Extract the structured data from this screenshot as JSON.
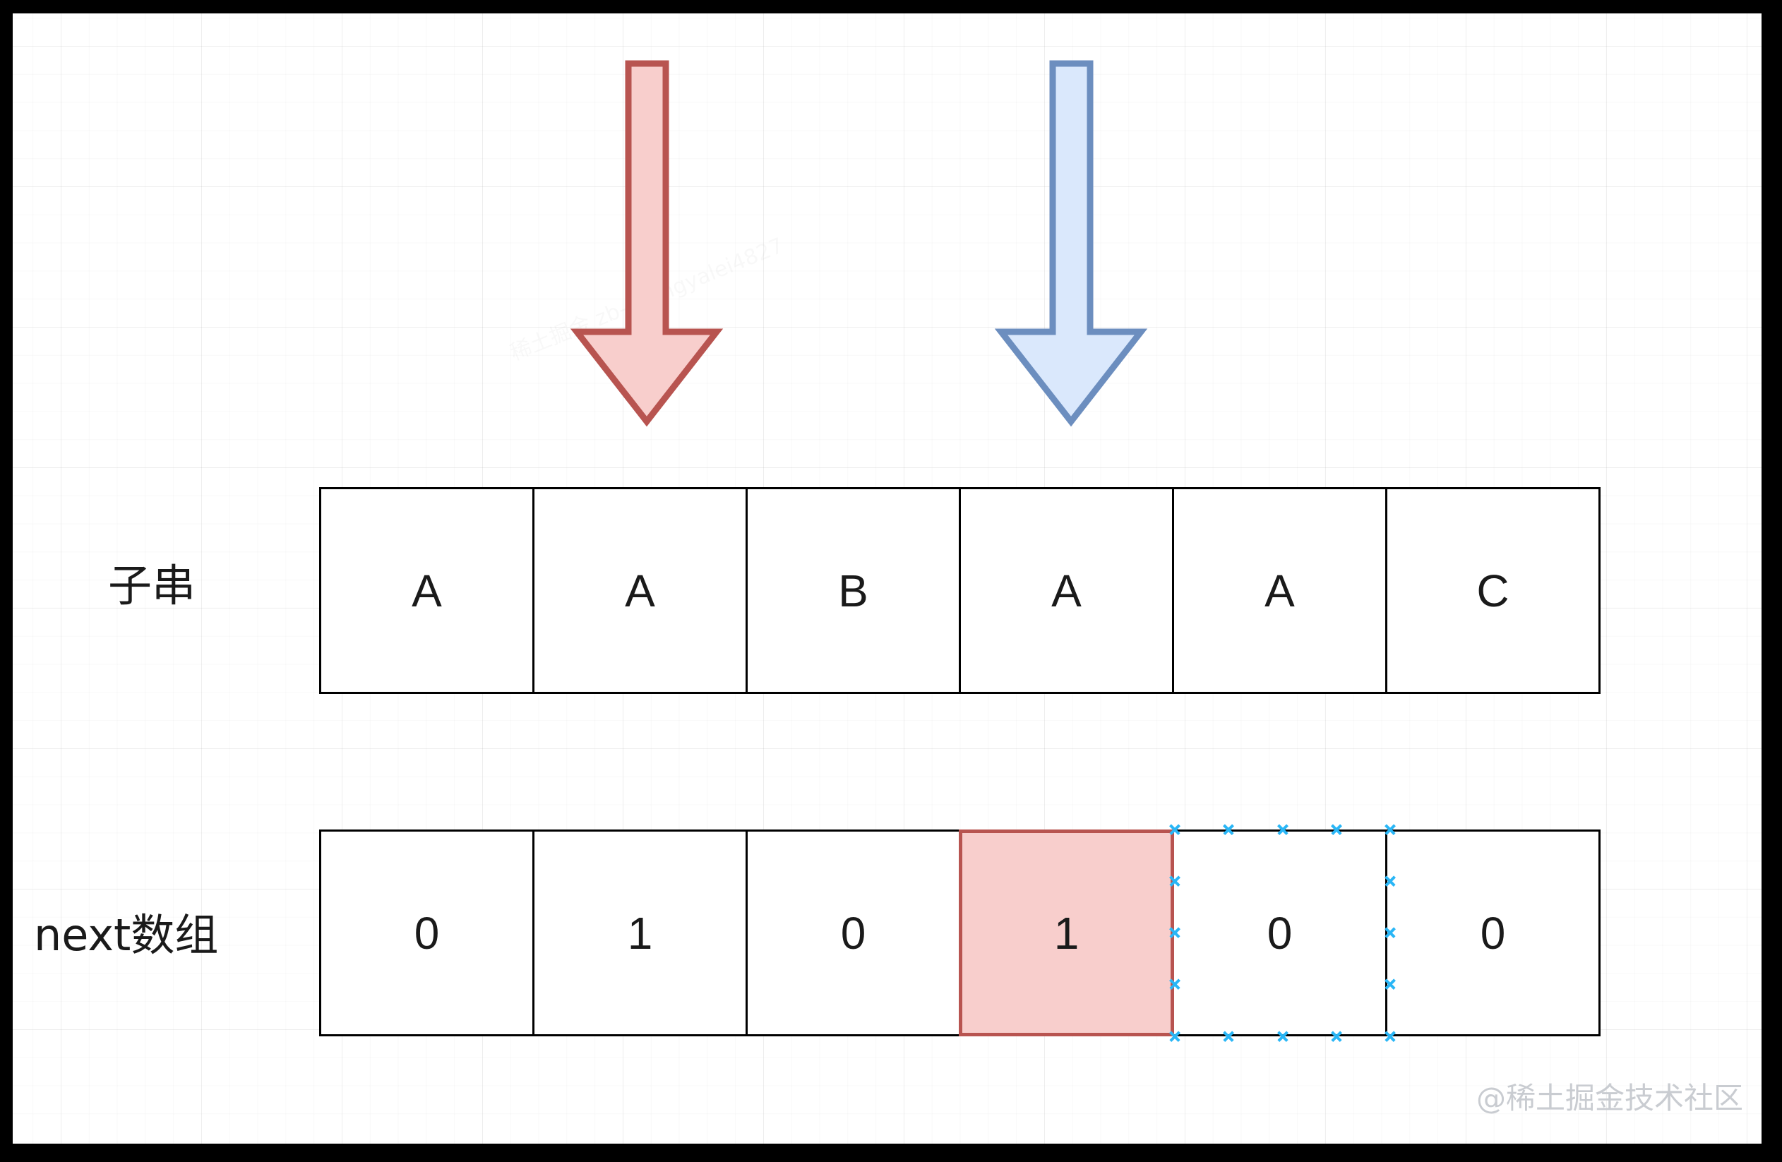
{
  "diagram": {
    "title_watermark": "@稀土掘金技术社区",
    "ghost_watermark": "稀土掘金 zb-zhangyalei4827",
    "colors": {
      "background": "#ffffff",
      "letterbox": "#000000",
      "grid_line": "#ededed",
      "cell_border": "#000000",
      "cell_text": "#1a1a1a",
      "red_fill": "#f8cecc",
      "red_stroke": "#b85450",
      "blue_fill": "#dae8fc",
      "blue_stroke": "#6c8ebf",
      "selection_handle": "#29b6f6",
      "watermark_text": "#c9ccd1"
    }
  },
  "arrows": [
    {
      "name": "red-pointer-arrow",
      "color_role": "red",
      "target_index": 1,
      "direction": "down"
    },
    {
      "name": "blue-pointer-arrow",
      "color_role": "blue",
      "target_index": 3,
      "direction": "down"
    }
  ],
  "rows": [
    {
      "label": "子串",
      "name": "substring-row",
      "cells": [
        {
          "value": "A",
          "highlight": false,
          "selected": false
        },
        {
          "value": "A",
          "highlight": false,
          "selected": false
        },
        {
          "value": "B",
          "highlight": false,
          "selected": false
        },
        {
          "value": "A",
          "highlight": false,
          "selected": false
        },
        {
          "value": "A",
          "highlight": false,
          "selected": false
        },
        {
          "value": "C",
          "highlight": false,
          "selected": false
        }
      ]
    },
    {
      "label": "next数组",
      "name": "next-array-row",
      "cells": [
        {
          "value": "0",
          "highlight": false,
          "selected": false
        },
        {
          "value": "1",
          "highlight": false,
          "selected": false
        },
        {
          "value": "0",
          "highlight": false,
          "selected": false
        },
        {
          "value": "1",
          "highlight": true,
          "selected": false
        },
        {
          "value": "0",
          "highlight": false,
          "selected": true
        },
        {
          "value": "0",
          "highlight": false,
          "selected": false
        }
      ]
    }
  ]
}
